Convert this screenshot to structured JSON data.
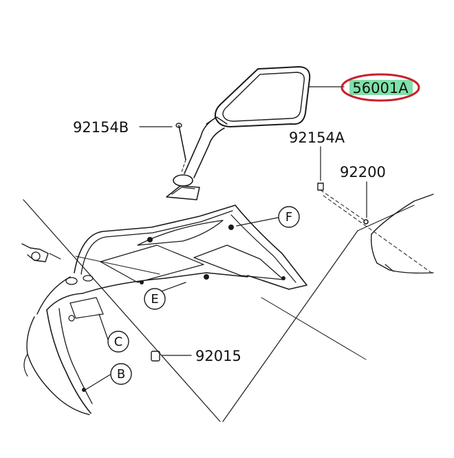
{
  "part_numbers": {
    "mirror": "56001A",
    "bolt_left": "92154B",
    "bolt_right": "92154A",
    "clip_right": "92200",
    "grommet": "92015"
  },
  "callouts": {
    "b": "B",
    "c": "C",
    "e": "E",
    "f": "F"
  },
  "colors": {
    "highlight_fill": "#7fe0a8",
    "highlight_ring": "#c8202a",
    "line": "#1a1a1a"
  }
}
